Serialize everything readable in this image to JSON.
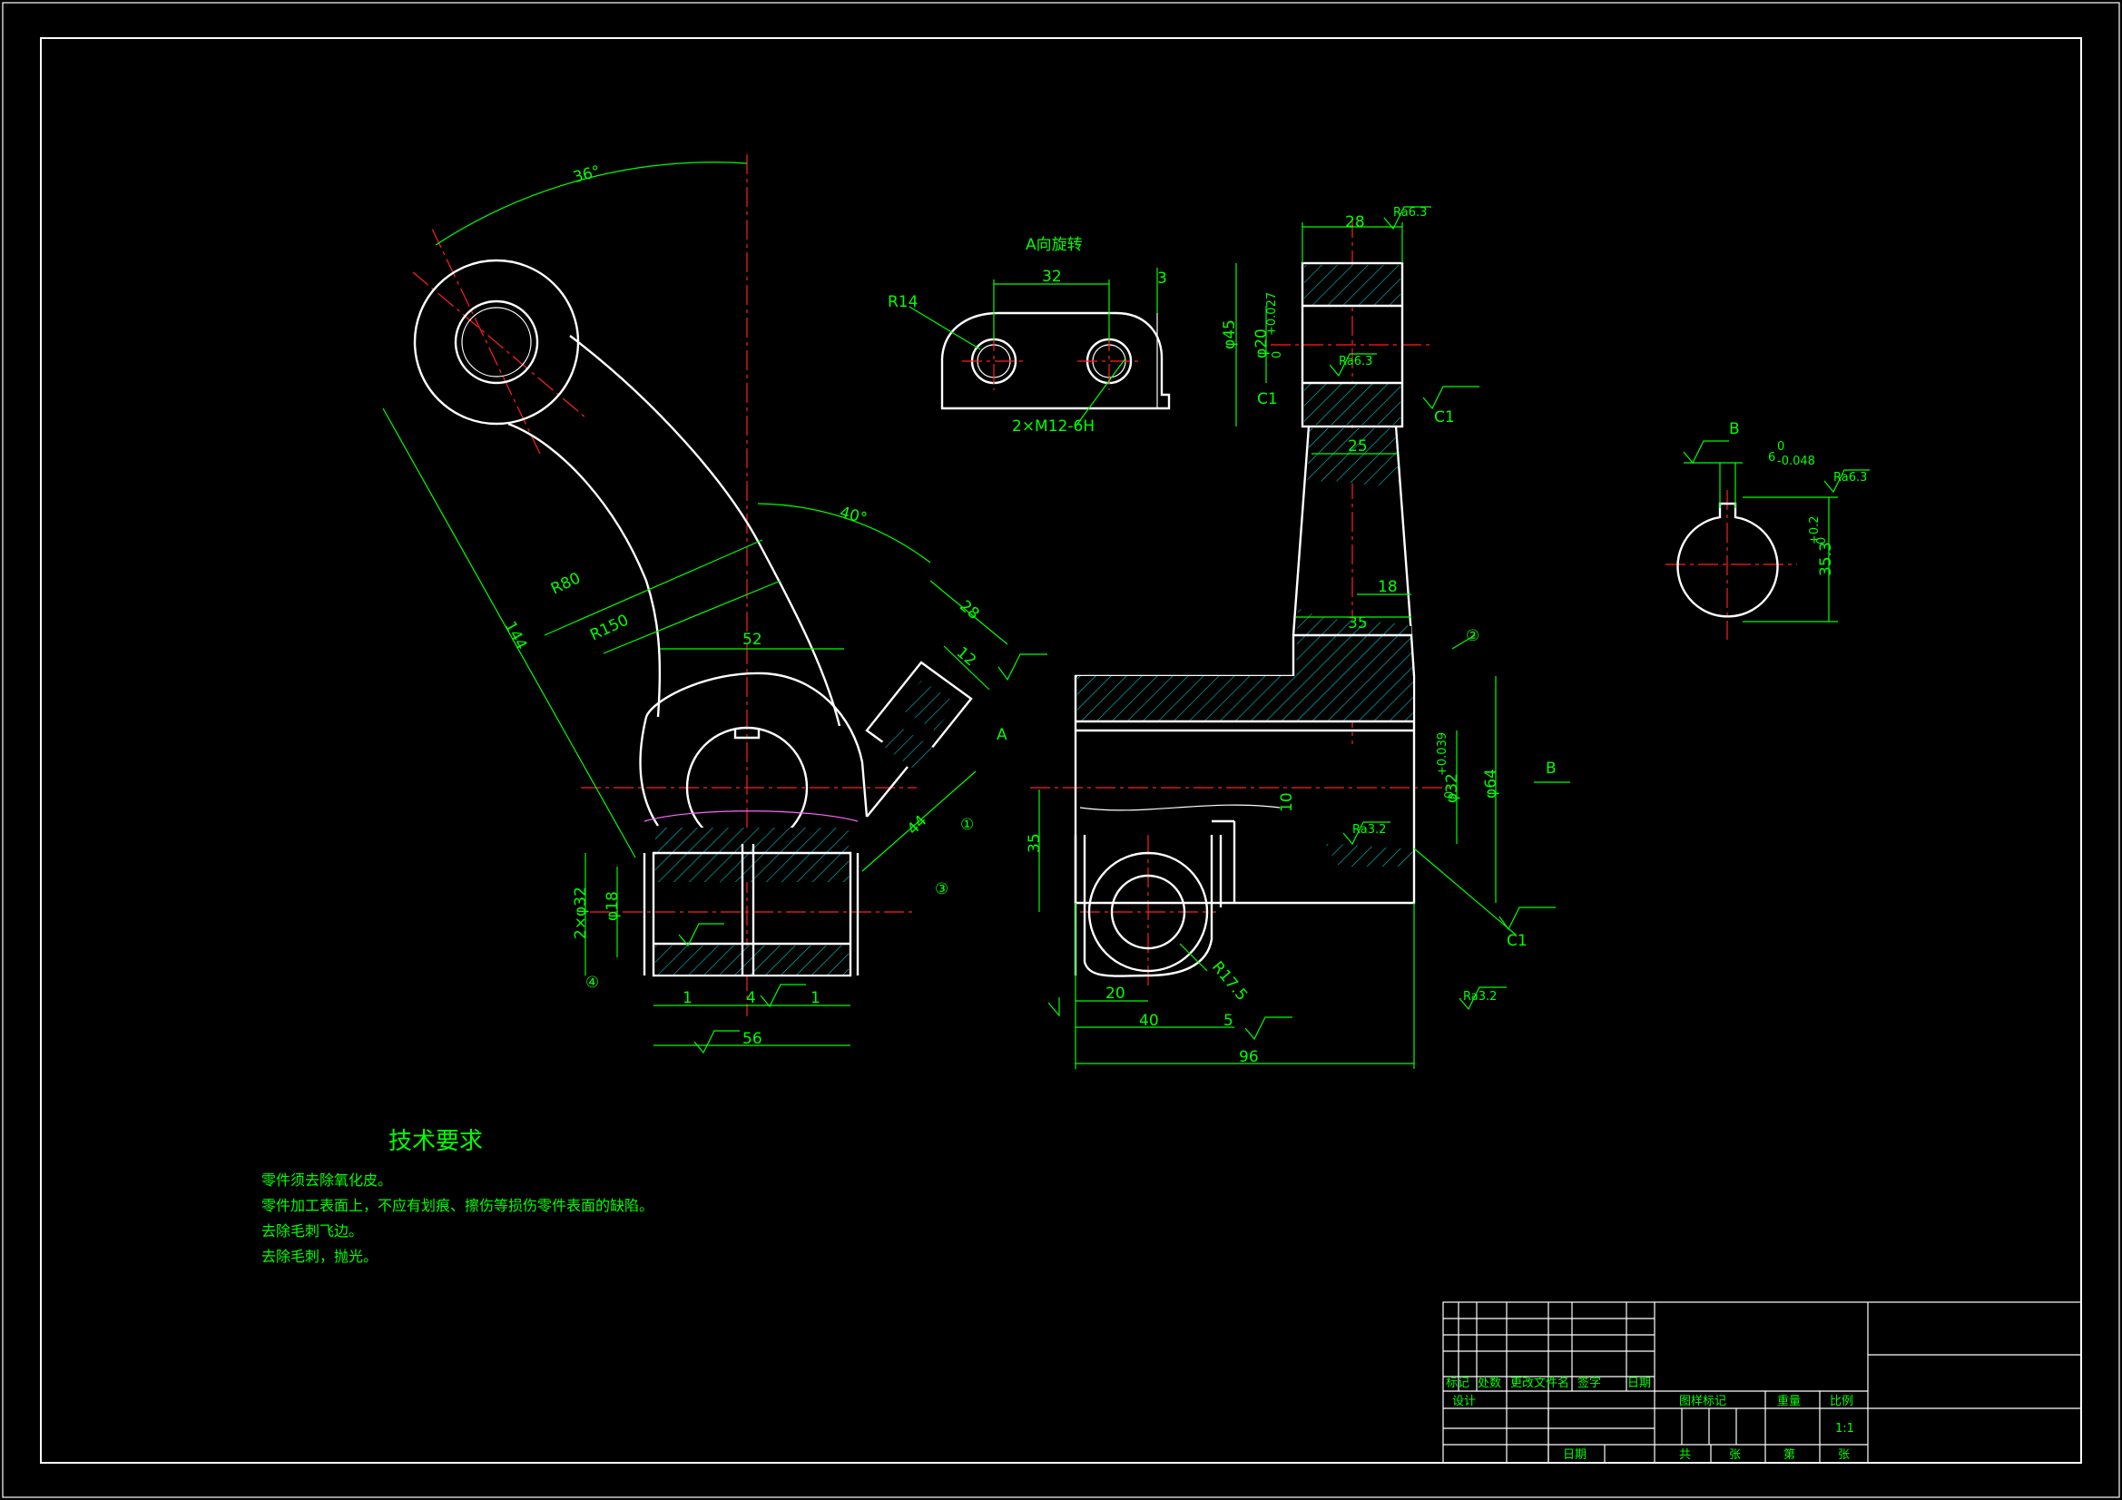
{
  "colors": {
    "background": "#000000",
    "outline": "#ffffff",
    "dimension": "#00ff00",
    "centerline": "#ff2020",
    "hatch": "#00c8c8"
  },
  "view_front": {
    "angle_top": "36°",
    "angle_mid": "40°",
    "dim_144": "144",
    "r80": "R80",
    "r150": "R150",
    "dim_52": "52",
    "dim_28": "28",
    "dim_12": "12",
    "dim_44": "44",
    "arrow_a": "A",
    "dim_2phi32": "2×φ32",
    "dim_phi18": "φ18",
    "dim_1_left": "1",
    "dim_4": "4",
    "dim_1_right": "1",
    "dim_56": "56",
    "balloon_1": "①",
    "balloon_3": "③",
    "balloon_4": "④"
  },
  "view_a": {
    "title": "A向旋转",
    "r14": "R14",
    "dim_32": "32",
    "dim_3": "3",
    "thread": "2×M12-6H"
  },
  "view_side": {
    "dim_28": "28",
    "ra_top": "Ra6.3",
    "phi45": "φ45",
    "phi20": "φ20",
    "phi20_tol_upper": "+0.027",
    "phi20_tol_lower": "0",
    "ra_mid": "Ra6.3",
    "c1_left": "C1",
    "c1_right": "C1",
    "dim_25": "25",
    "dim_18": "18",
    "dim_35_top": "35",
    "balloon_2": "②",
    "arrow_b": "B",
    "phi32": "φ32",
    "phi32_tol_upper": "+0.039",
    "phi32_tol_lower": "0",
    "phi64": "φ64",
    "dim_10": "10",
    "ra32_mid": "Ra3.2",
    "dim_35_left": "35",
    "r175": "R17.5",
    "c1_bottom": "C1",
    "dim_20": "20",
    "dim_40": "40",
    "dim_5": "5",
    "ra32_bottom": "Ra3.2",
    "dim_96": "96"
  },
  "view_b": {
    "label": "B",
    "key_width": "6",
    "key_width_tol_upper": "0",
    "key_width_tol_lower": "-0.048",
    "depth": "35.3",
    "depth_tol_upper": "+0.2",
    "depth_tol_lower": "0",
    "ra": "Ra6.3"
  },
  "technical_requirements": {
    "title": "技术要求",
    "items": [
      "零件须去除氧化皮。",
      "零件加工表面上，不应有划痕、擦伤等损伤零件表面的缺陷。",
      "去除毛刺飞边。",
      "去除毛刺，抛光。"
    ]
  },
  "title_block": {
    "revision_headers": [
      "标记",
      "处数",
      "更改文件名",
      "签字",
      "日期"
    ],
    "design": "设计",
    "date": "日期",
    "stage_marks": "图样标记",
    "weight": "重量",
    "scale_label": "比例",
    "scale_value": "1:1",
    "total": "共",
    "sheets": "张",
    "sheet_no": "第",
    "sheet": "张"
  }
}
